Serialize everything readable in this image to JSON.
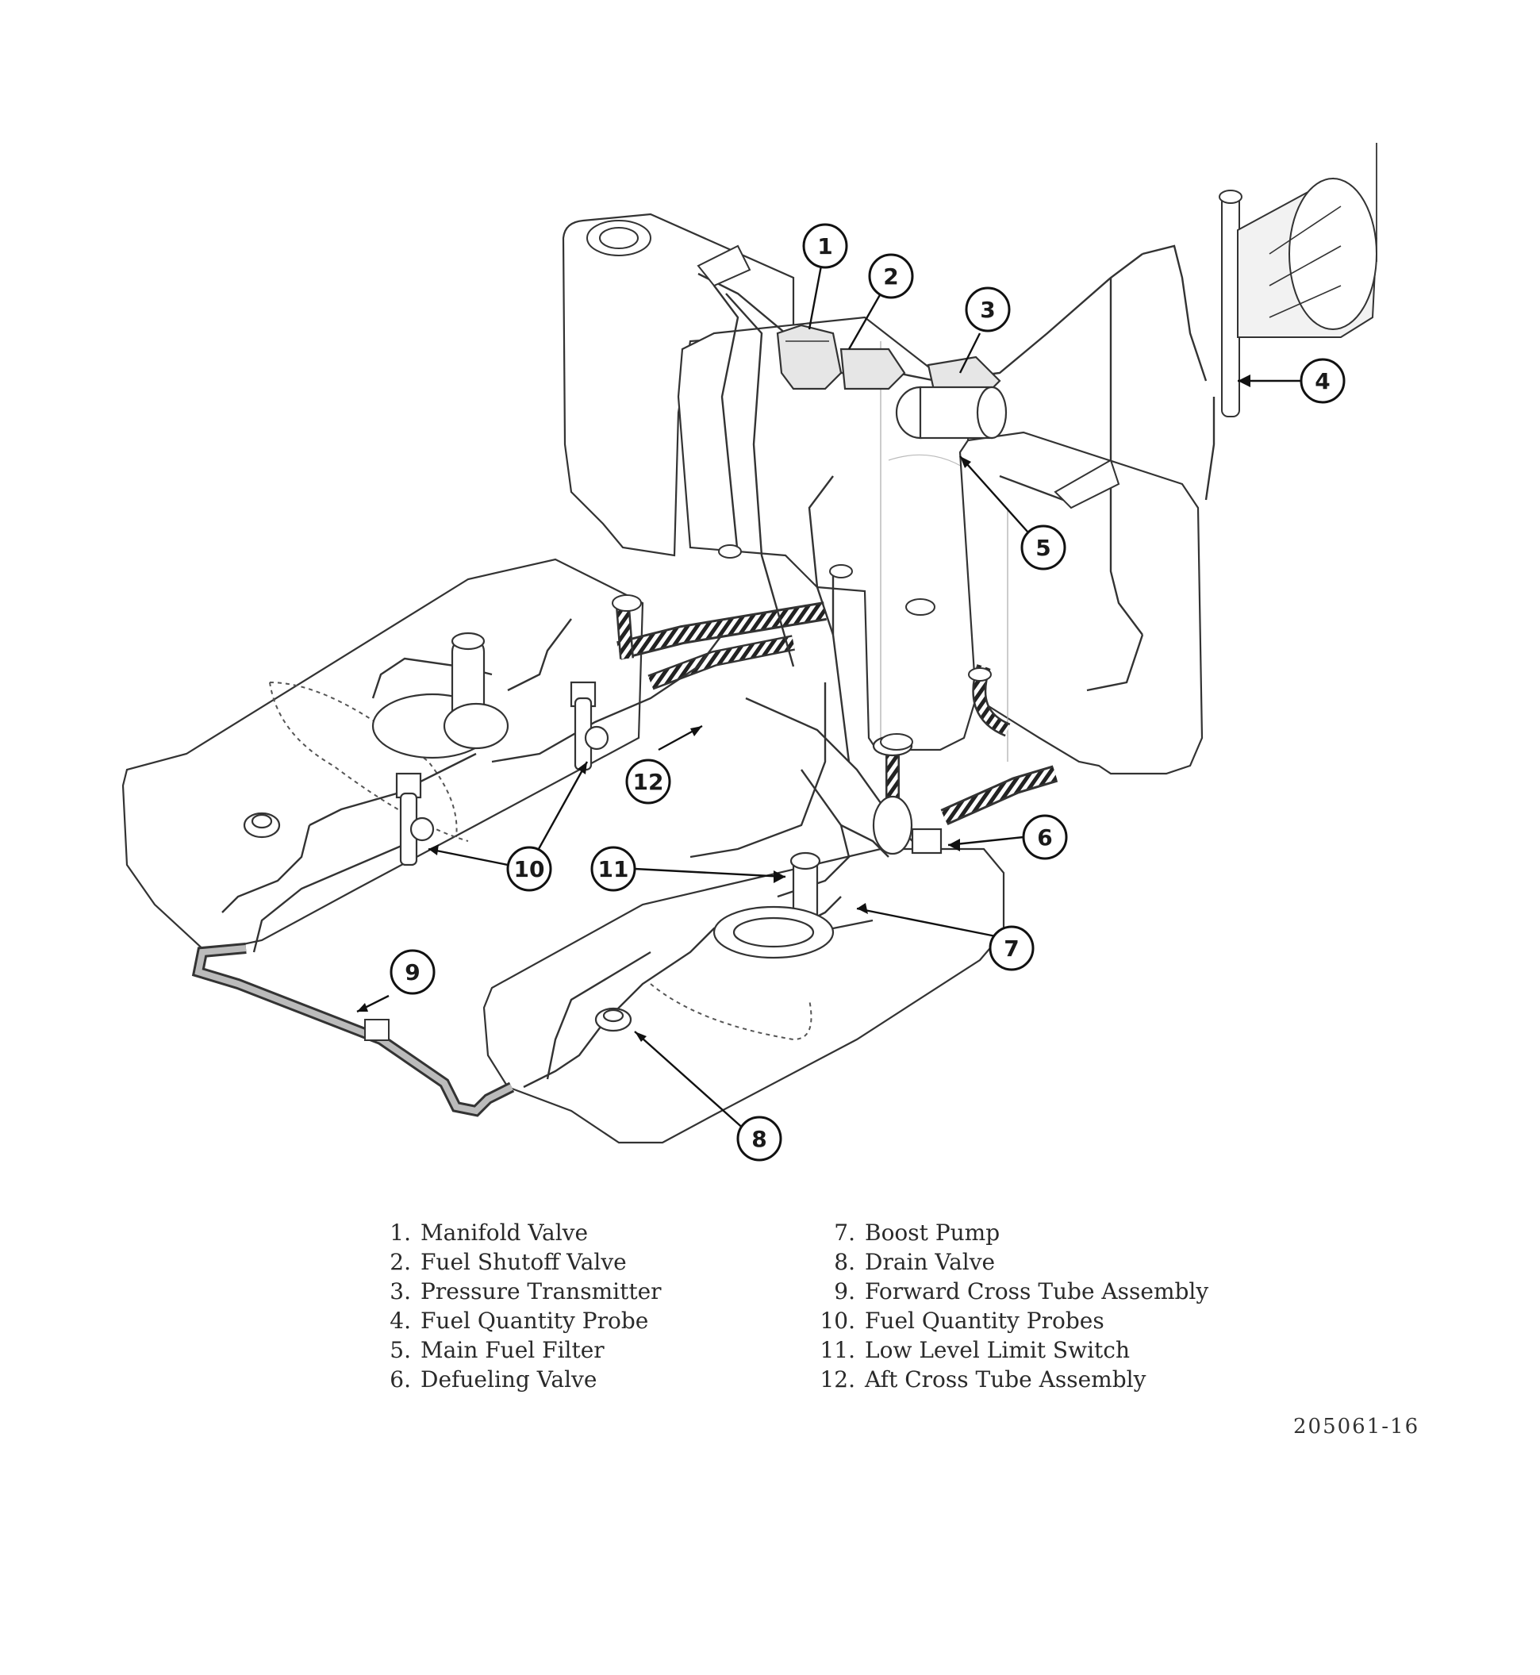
{
  "diagram": {
    "callouts": [
      {
        "number": "1"
      },
      {
        "number": "2"
      },
      {
        "number": "3"
      },
      {
        "number": "4"
      },
      {
        "number": "5"
      },
      {
        "number": "6"
      },
      {
        "number": "7"
      },
      {
        "number": "8"
      },
      {
        "number": "9"
      },
      {
        "number": "10"
      },
      {
        "number": "11"
      },
      {
        "number": "12"
      }
    ]
  },
  "legend": {
    "left": [
      {
        "number": "1.",
        "label": "Manifold Valve"
      },
      {
        "number": "2.",
        "label": "Fuel Shutoff Valve"
      },
      {
        "number": "3.",
        "label": "Pressure Transmitter"
      },
      {
        "number": "4.",
        "label": "Fuel Quantity Probe"
      },
      {
        "number": "5.",
        "label": "Main Fuel Filter"
      },
      {
        "number": "6.",
        "label": "Defueling Valve"
      }
    ],
    "right": [
      {
        "number": "7.",
        "label": "Boost Pump"
      },
      {
        "number": "8.",
        "label": "Drain Valve"
      },
      {
        "number": "9.",
        "label": "Forward Cross Tube Assembly"
      },
      {
        "number": "10.",
        "label": "Fuel Quantity Probes"
      },
      {
        "number": "11.",
        "label": "Low Level Limit Switch"
      },
      {
        "number": "12.",
        "label": "Aft Cross Tube Assembly"
      }
    ]
  },
  "figure_number": "205061-16"
}
